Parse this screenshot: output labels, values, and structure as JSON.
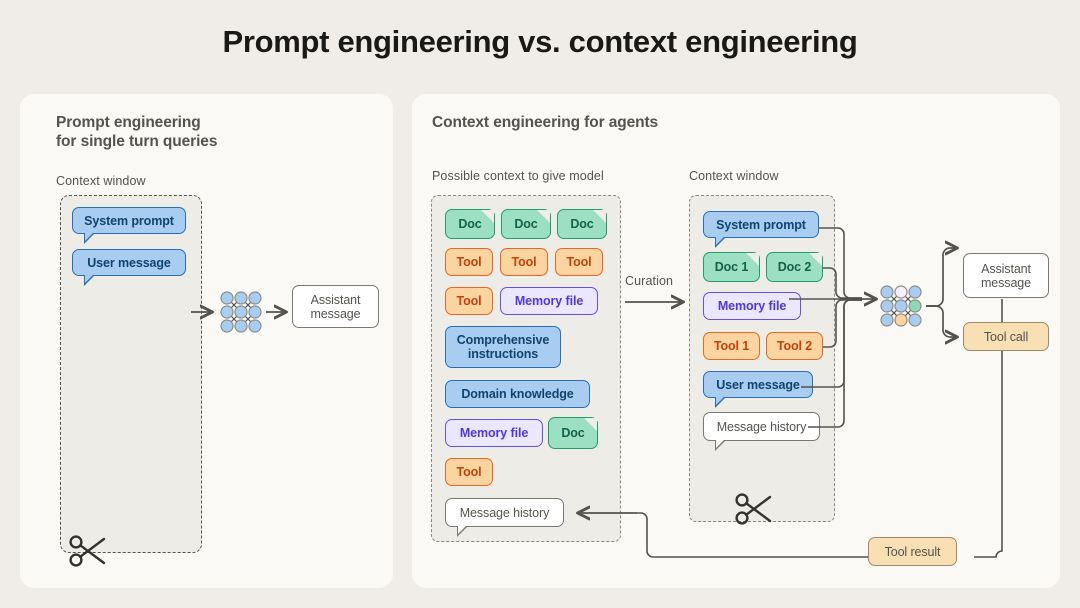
{
  "title": "Prompt engineering vs. context engineering",
  "colors": {
    "page_bg": "#f0ede9",
    "panel_bg": "#faf9f6",
    "context_window_bg": "#eeece6",
    "blue": "#a8cdf0",
    "blue_border": "#2a6fb5",
    "green": "#9ddfc2",
    "green_border": "#1f9d6b",
    "orange": "#fcd4a0",
    "orange_border": "#e8662a",
    "purple": "#ebe7ff",
    "purple_border": "#6b4ee6",
    "tan": "#f8dfb4",
    "tan_border": "#a08a63",
    "neutral_border": "#7a7872",
    "text": "#55534e"
  },
  "left_panel": {
    "title": "Prompt engineering\nfor single turn queries",
    "context_window_label": "Context window",
    "context_items": [
      {
        "label": "System prompt",
        "style": "blue"
      },
      {
        "label": "User message",
        "style": "blue"
      }
    ],
    "model_icon": "neural-network-icon",
    "output": {
      "label": "Assistant\nmessage",
      "style": "white"
    },
    "scissors_icon": "scissors-icon"
  },
  "right_panel": {
    "title": "Context engineering for agents",
    "possible_context_label": "Possible context to give model",
    "context_window_label": "Context window",
    "curation_label": "Curation",
    "possible_context_items": [
      {
        "label": "Doc",
        "style": "green"
      },
      {
        "label": "Doc",
        "style": "green"
      },
      {
        "label": "Doc",
        "style": "green"
      },
      {
        "label": "Tool",
        "style": "orange"
      },
      {
        "label": "Tool",
        "style": "orange"
      },
      {
        "label": "Tool",
        "style": "orange"
      },
      {
        "label": "Tool",
        "style": "orange"
      },
      {
        "label": "Memory file",
        "style": "purple"
      },
      {
        "label": "Comprehensive instructions",
        "style": "blue"
      },
      {
        "label": "Domain knowledge",
        "style": "blue"
      },
      {
        "label": "Memory file",
        "style": "purple"
      },
      {
        "label": "Doc",
        "style": "green"
      },
      {
        "label": "Tool",
        "style": "orange"
      },
      {
        "label": "Message history",
        "style": "white"
      }
    ],
    "context_window_items": [
      {
        "label": "System prompt",
        "style": "blue"
      },
      {
        "label": "Doc 1",
        "style": "green"
      },
      {
        "label": "Doc 2",
        "style": "green"
      },
      {
        "label": "Memory file",
        "style": "purple"
      },
      {
        "label": "Tool 1",
        "style": "orange"
      },
      {
        "label": "Tool 2",
        "style": "orange"
      },
      {
        "label": "User message",
        "style": "blue"
      },
      {
        "label": "Message history",
        "style": "white"
      }
    ],
    "model_icon": "neural-network-icon",
    "outputs": [
      {
        "label": "Assistant\nmessage",
        "style": "white"
      },
      {
        "label": "Tool call",
        "style": "tan"
      }
    ],
    "feedback": {
      "label": "Tool result",
      "style": "tan"
    },
    "scissors_icon": "scissors-icon"
  }
}
